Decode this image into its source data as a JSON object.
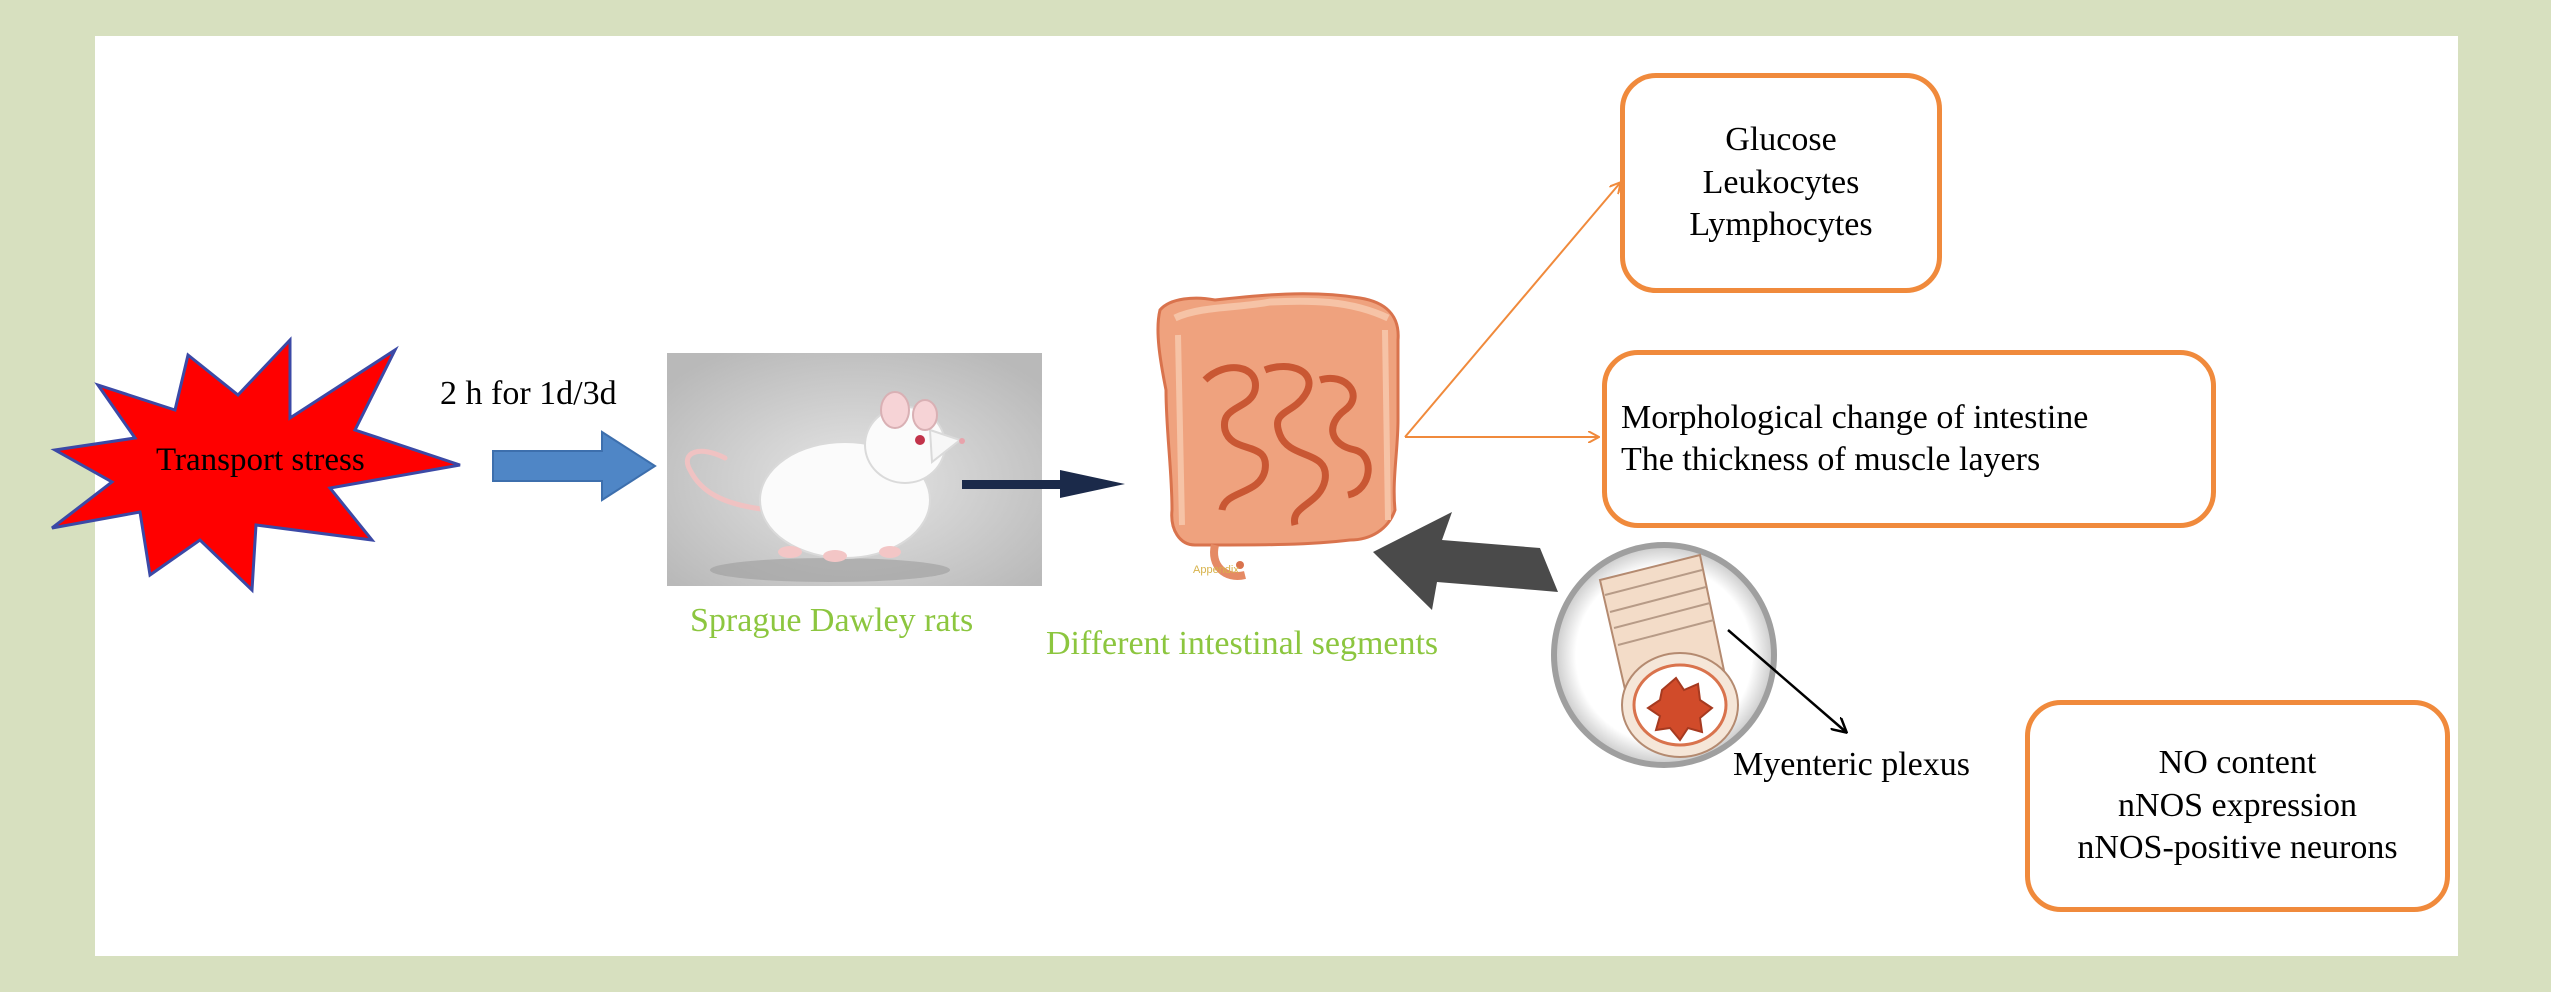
{
  "stress": {
    "label": "Transport stress"
  },
  "duration": {
    "label": "2 h for 1d/3d"
  },
  "rats": {
    "caption": "Sprague Dawley rats"
  },
  "intestine": {
    "caption": "Different intestinal segments",
    "appendix_text": "Appendix"
  },
  "plexus": {
    "label": "Myenteric plexus"
  },
  "outcome_boxes": [
    {
      "lines": [
        "Glucose",
        "Leukocytes",
        "Lymphocytes"
      ]
    },
    {
      "lines": [
        "Morphological change of intestine",
        "The thickness of muscle layers"
      ]
    },
    {
      "lines": [
        "NO content",
        "nNOS expression",
        "nNOS-positive neurons"
      ]
    }
  ],
  "colors": {
    "background": "#d7e0bf",
    "panel": "#ffffff",
    "star_fill": "#ff0000",
    "star_outline": "#3b49a6",
    "blue_arrow": "#4f86c6",
    "box_border": "#f08a3c",
    "caption_green": "#8cc63f",
    "intestine": "#e98258"
  }
}
